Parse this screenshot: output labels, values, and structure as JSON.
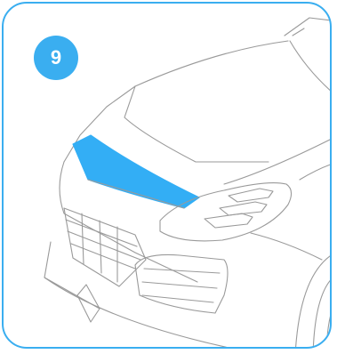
{
  "step": {
    "number": "9"
  },
  "colors": {
    "accent": "#3aaef0",
    "highlight": "#33aef5",
    "line": "#9a9a9a"
  },
  "illustration": {
    "subject": "car-front-hood-outline",
    "highlighted_part": "hood-front-edge"
  }
}
